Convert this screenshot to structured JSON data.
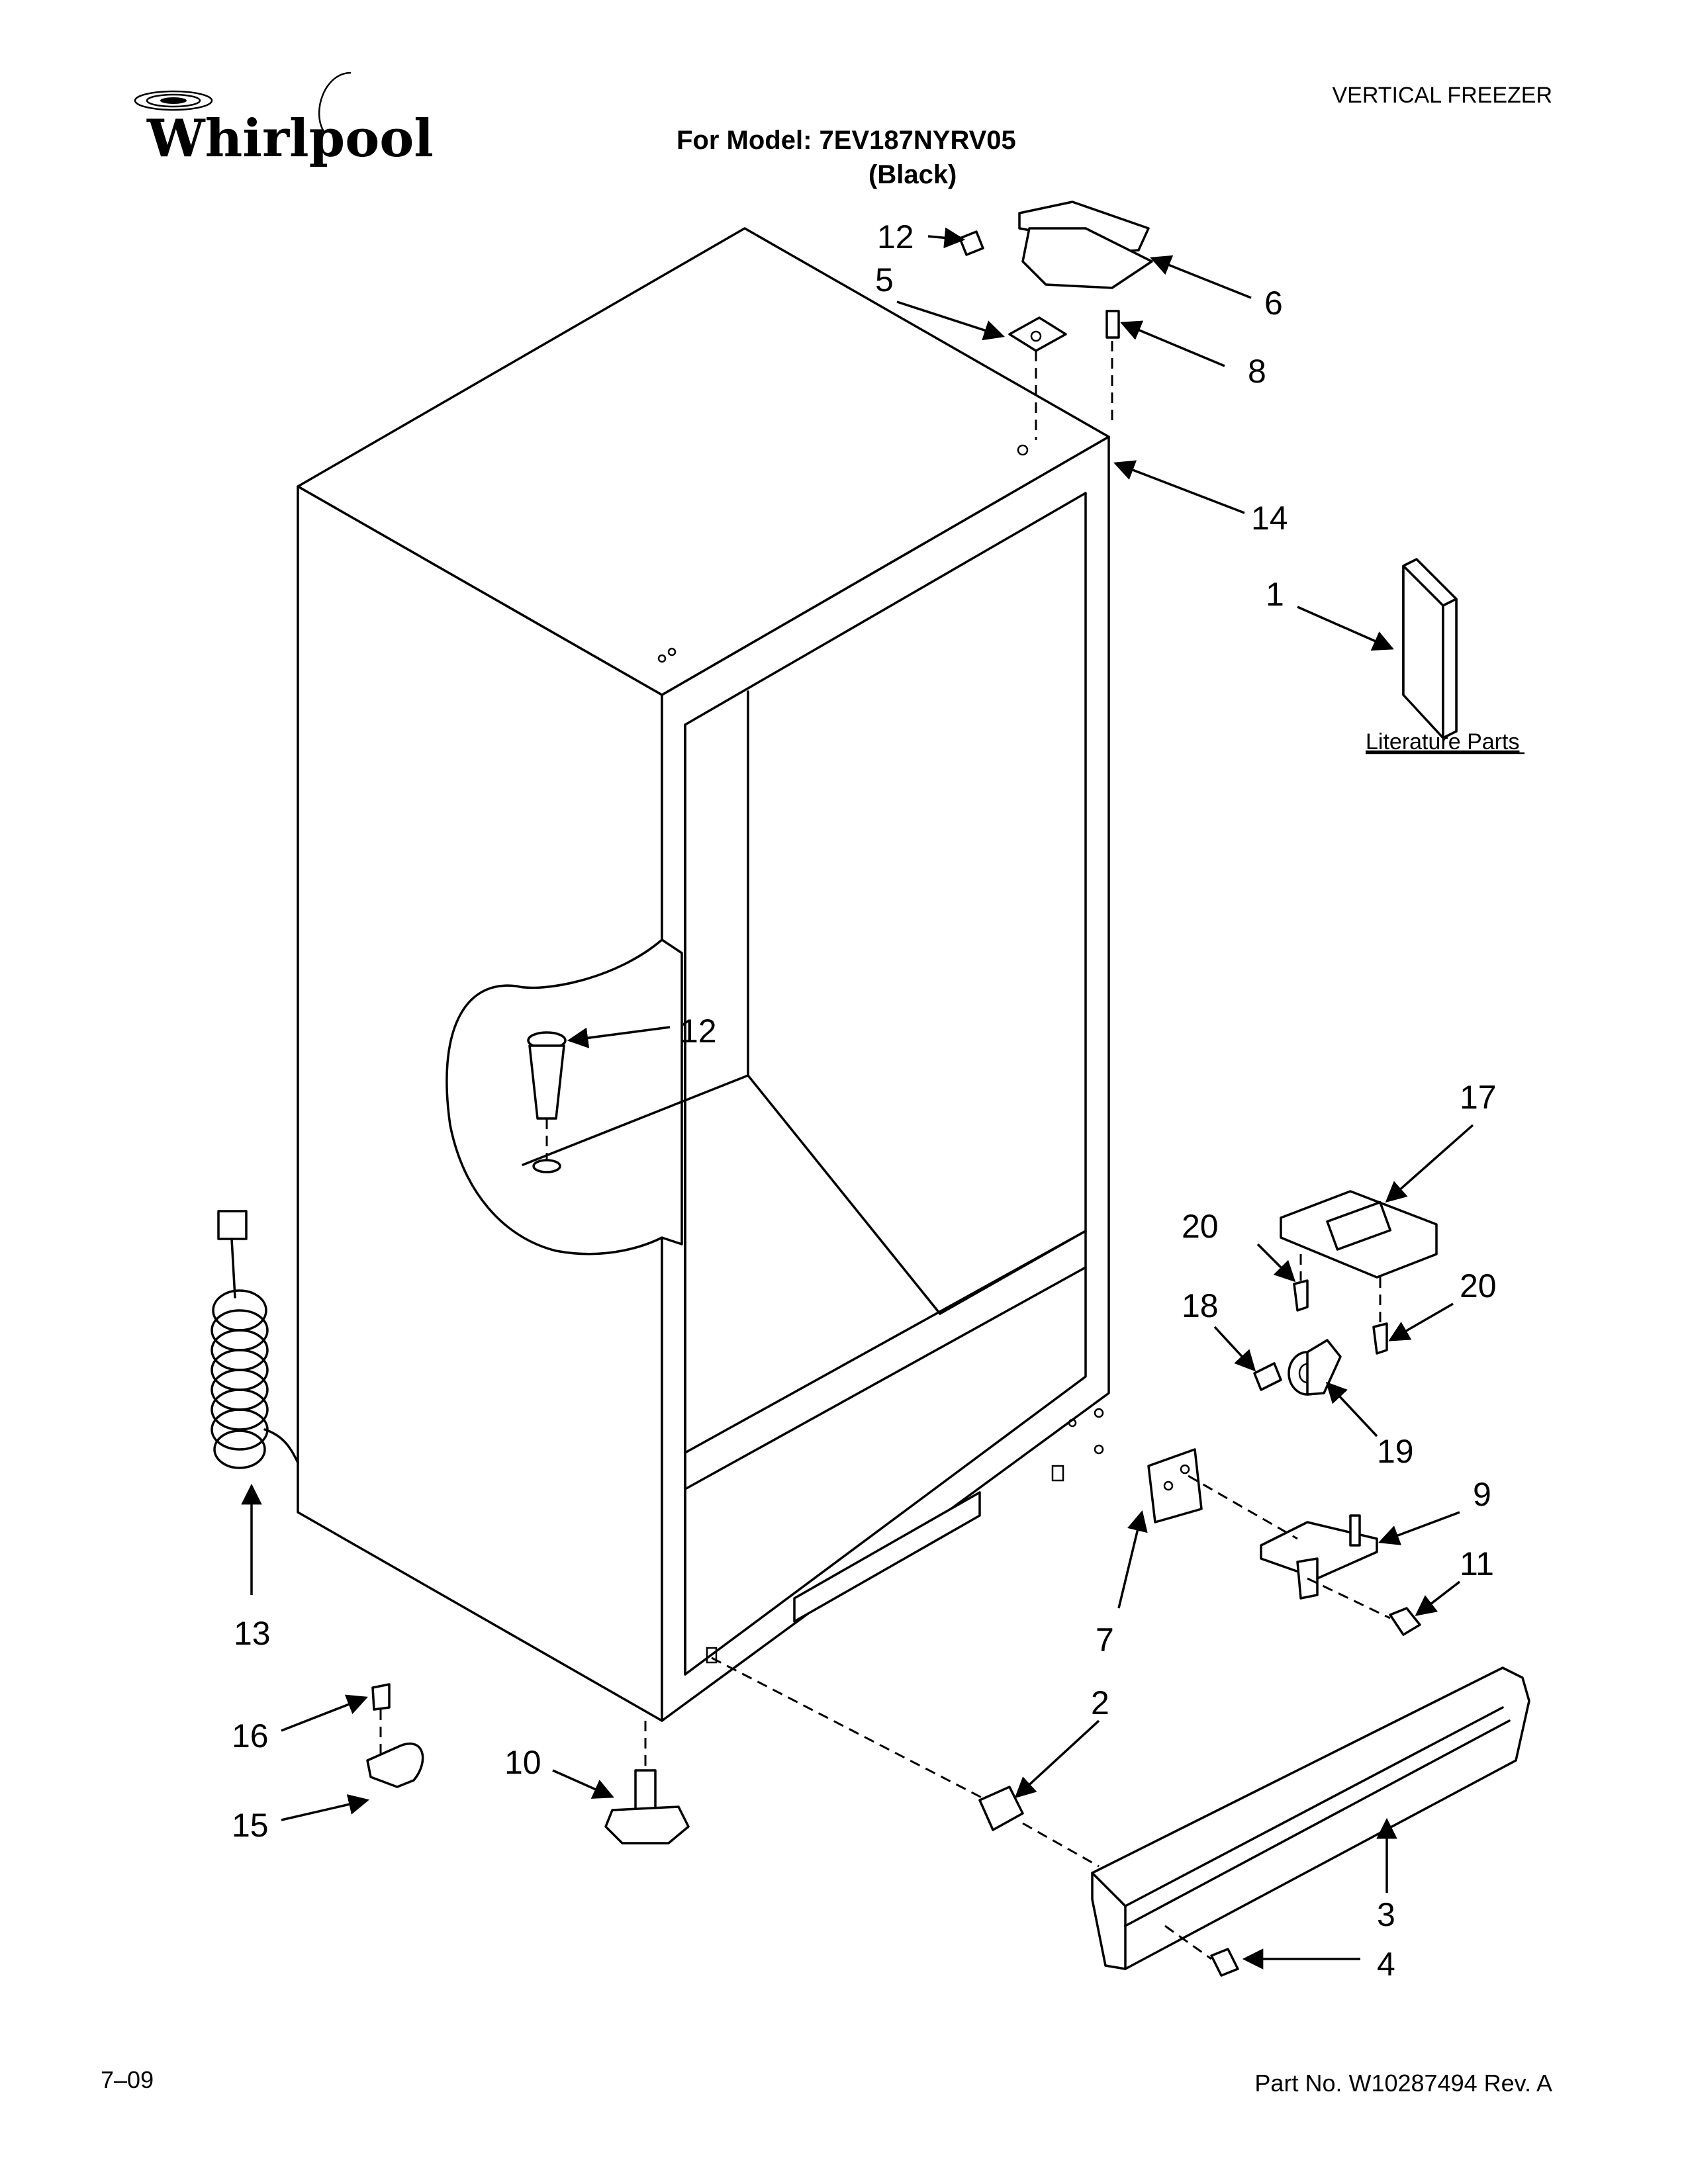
{
  "header": {
    "brand": "Whirlpool",
    "category": "VERTICAL FREEZER",
    "model_line": "For Model: 7EV187NYRV05",
    "color_line": "(Black)"
  },
  "literature_label": "Literature Parts",
  "callouts": [
    {
      "id": "c12a",
      "text": "12"
    },
    {
      "id": "c5",
      "text": "5"
    },
    {
      "id": "c6",
      "text": "6"
    },
    {
      "id": "c8",
      "text": "8"
    },
    {
      "id": "c14",
      "text": "14"
    },
    {
      "id": "c1",
      "text": "1"
    },
    {
      "id": "c12b",
      "text": "12"
    },
    {
      "id": "c17",
      "text": "17"
    },
    {
      "id": "c20a",
      "text": "20"
    },
    {
      "id": "c20b",
      "text": "20"
    },
    {
      "id": "c18",
      "text": "18"
    },
    {
      "id": "c19",
      "text": "19"
    },
    {
      "id": "c9",
      "text": "9"
    },
    {
      "id": "c11",
      "text": "11"
    },
    {
      "id": "c7",
      "text": "7"
    },
    {
      "id": "c13",
      "text": "13"
    },
    {
      "id": "c2",
      "text": "2"
    },
    {
      "id": "c16",
      "text": "16"
    },
    {
      "id": "c10",
      "text": "10"
    },
    {
      "id": "c15",
      "text": "15"
    },
    {
      "id": "c3",
      "text": "3"
    },
    {
      "id": "c4",
      "text": "4"
    }
  ],
  "footer": {
    "date": "7–09",
    "part_no": "Part No. W10287494 Rev. A"
  }
}
